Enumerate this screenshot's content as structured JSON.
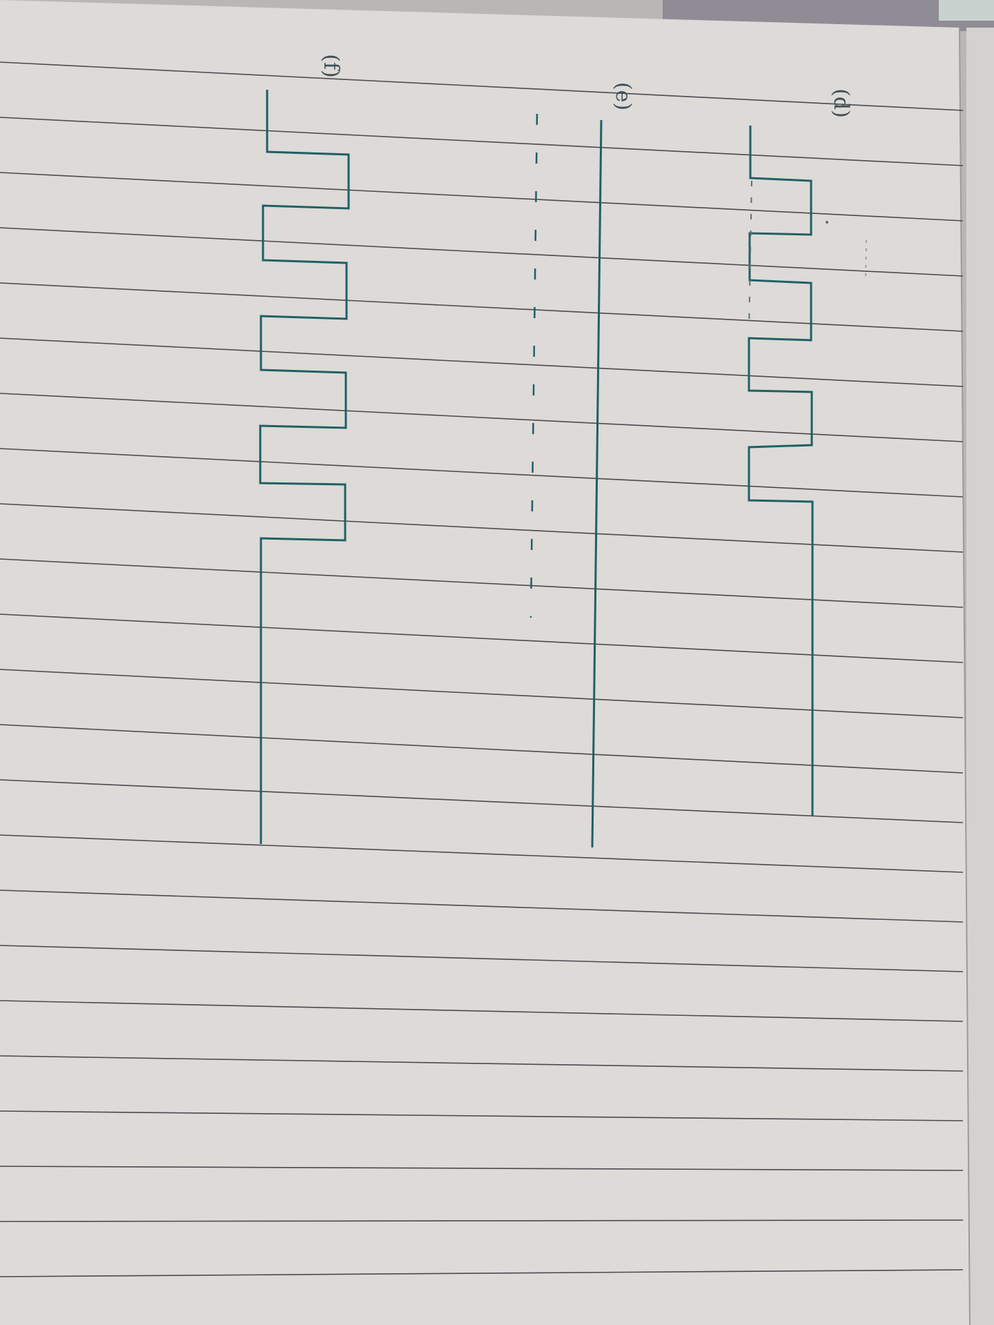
{
  "labels": {
    "d": "(d)",
    "e": "(e)",
    "f": "(f)"
  },
  "colors": {
    "paper": "#dddad7",
    "paper_edge": "#cfcbc8",
    "rule": "#4a4a4e",
    "ink": "#1f5f66",
    "ink_faint": "#5c7076",
    "desk": "#b9b6b5",
    "neighbor_page": "#d4d1cf"
  }
}
